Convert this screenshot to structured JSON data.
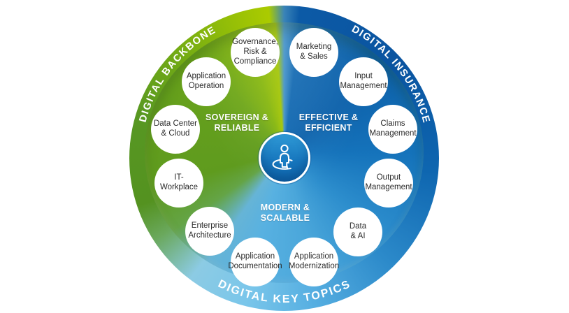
{
  "rim": {
    "top_left": "DIGITAL BACKBONE",
    "top_right": "DIGITAL INSURANCE",
    "bottom": "DIGITAL KEY TOPICS"
  },
  "sectors": {
    "sovereign_reliable": [
      "SOVEREIGN &",
      "RELIABLE"
    ],
    "effective_efficient": [
      "EFFECTIVE &",
      "EFFICIENT"
    ],
    "modern_scalable": [
      "MODERN &",
      "SCALABLE"
    ]
  },
  "nodes": [
    {
      "id": "governance-risk-compliance",
      "lines": [
        "Governance,",
        "Risk &",
        "Compliance"
      ]
    },
    {
      "id": "marketing-sales",
      "lines": [
        "Marketing",
        "& Sales"
      ]
    },
    {
      "id": "input-management",
      "lines": [
        "Input",
        "Management"
      ]
    },
    {
      "id": "claims-management",
      "lines": [
        "Claims",
        "Management"
      ]
    },
    {
      "id": "output-management",
      "lines": [
        "Output",
        "Management"
      ]
    },
    {
      "id": "data-ai",
      "lines": [
        "Data",
        "& AI"
      ]
    },
    {
      "id": "application-modernization",
      "lines": [
        "Application",
        "Modernization"
      ]
    },
    {
      "id": "application-documentation",
      "lines": [
        "Application",
        "Documentation"
      ]
    },
    {
      "id": "enterprise-architecture",
      "lines": [
        "Enterprise",
        "Architecture"
      ]
    },
    {
      "id": "it-workplace",
      "lines": [
        "IT-",
        "Workplace"
      ]
    },
    {
      "id": "data-center-cloud",
      "lines": [
        "Data Center",
        "& Cloud"
      ]
    },
    {
      "id": "application-operation",
      "lines": [
        "Application",
        "Operation"
      ]
    }
  ],
  "center": {
    "icon": "person-360-icon"
  },
  "colors": {
    "green": "#5f9b1e",
    "yellow_green": "#a2c503",
    "dark_blue": "#0a54a0",
    "blue": "#1573bb",
    "light_blue": "#58b1e1",
    "cyan": "#8ccbe4",
    "node_bg": "#ffffff",
    "node_text": "#2b2b2b",
    "label_text": "#ffffff"
  }
}
